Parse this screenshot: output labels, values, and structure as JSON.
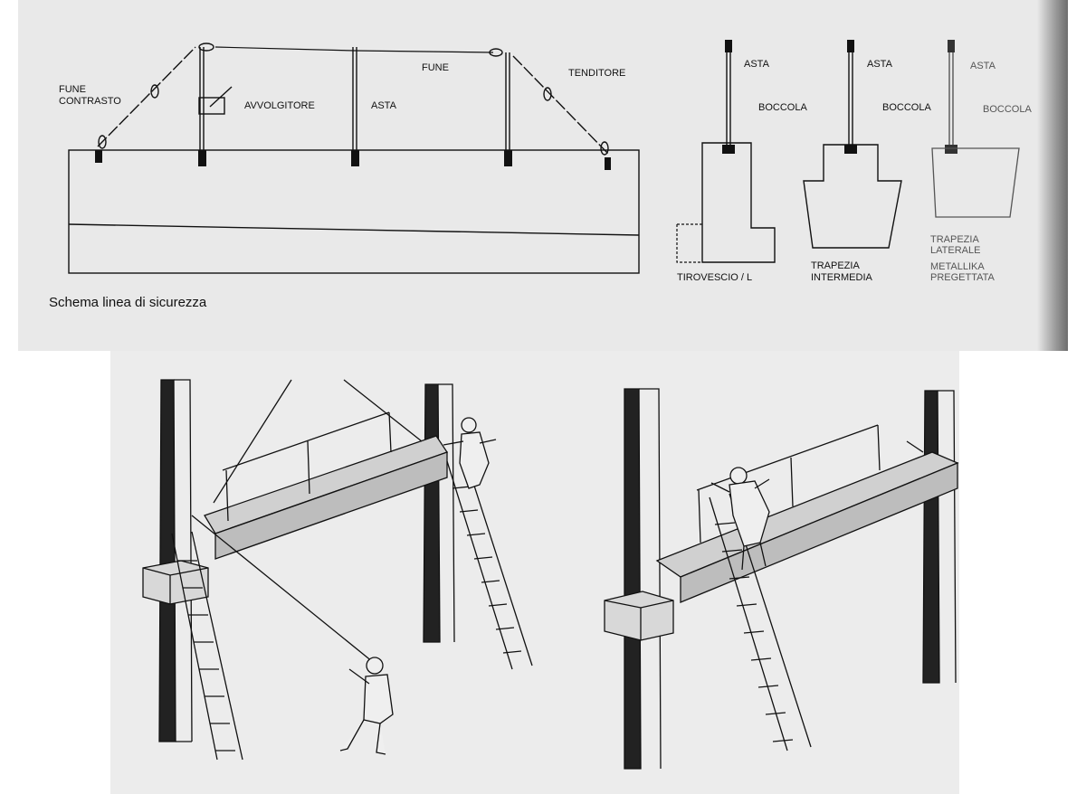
{
  "labels": {
    "fune_contrasto": "FUNE\nCONTRASTO",
    "fune_contrasto_l1": "FUNE",
    "fune_contrasto_l2": "CONTRASTO",
    "avvolgitore": "AVVOLGITORE",
    "asta_main": "ASTA",
    "fune": "FUNE",
    "tenditore": "TENDITORE",
    "caption": "Schema linea di sicurezza"
  },
  "anchors": [
    {
      "asta": "ASTA",
      "boccola": "BOCCOLA",
      "base_l1": "TIROVESCIO / L",
      "base_l2": ""
    },
    {
      "asta": "ASTA",
      "boccola": "BOCCOLA",
      "base_l1": "TRAPEZIA",
      "base_l2": "INTERMEDIA"
    },
    {
      "asta": "ASTA",
      "boccola": "BOCCOLA",
      "base_l1": "TRAPEZIA",
      "base_l2": "LATERALE",
      "base_l3": "METALLIKA",
      "base_l4": "PREGETTATA"
    }
  ],
  "colors": {
    "ink": "#111111",
    "paper": "#e9e9e9"
  }
}
